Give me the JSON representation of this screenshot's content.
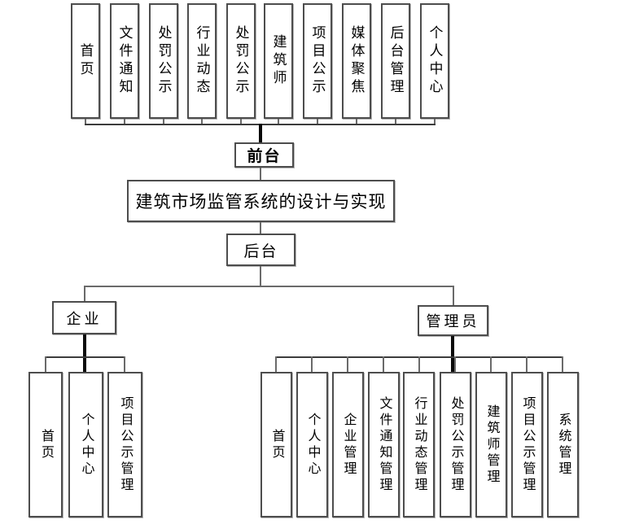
{
  "diagram": {
    "title": "建筑市场监管系统的设计与实现",
    "front": {
      "label": "前台",
      "pages": [
        "首页",
        "文件通知",
        "处罚公示",
        "行业动态",
        "处罚公示",
        "建筑师",
        "项目公示",
        "媒体聚焦",
        "后台管理",
        "个人中心"
      ]
    },
    "back": {
      "label": "后台",
      "roles": [
        {
          "label": "企业",
          "children": [
            "首页",
            "个人中心",
            "项目公示管理"
          ]
        },
        {
          "label": "管理员",
          "children": [
            "首页",
            "个人中心",
            "企业管理",
            "文件通知管理",
            "行业动态管理",
            "处罚公示管理",
            "建筑师管理",
            "项目公示管理",
            "系统管理"
          ]
        }
      ]
    },
    "colors": {
      "background": "#ffffff",
      "box_border": "#4d4d4d",
      "line_thin": "#6a6a6a",
      "line_bus": "#3c3c3c",
      "line_thick": "#0a0a0a",
      "text": "#000000"
    }
  }
}
